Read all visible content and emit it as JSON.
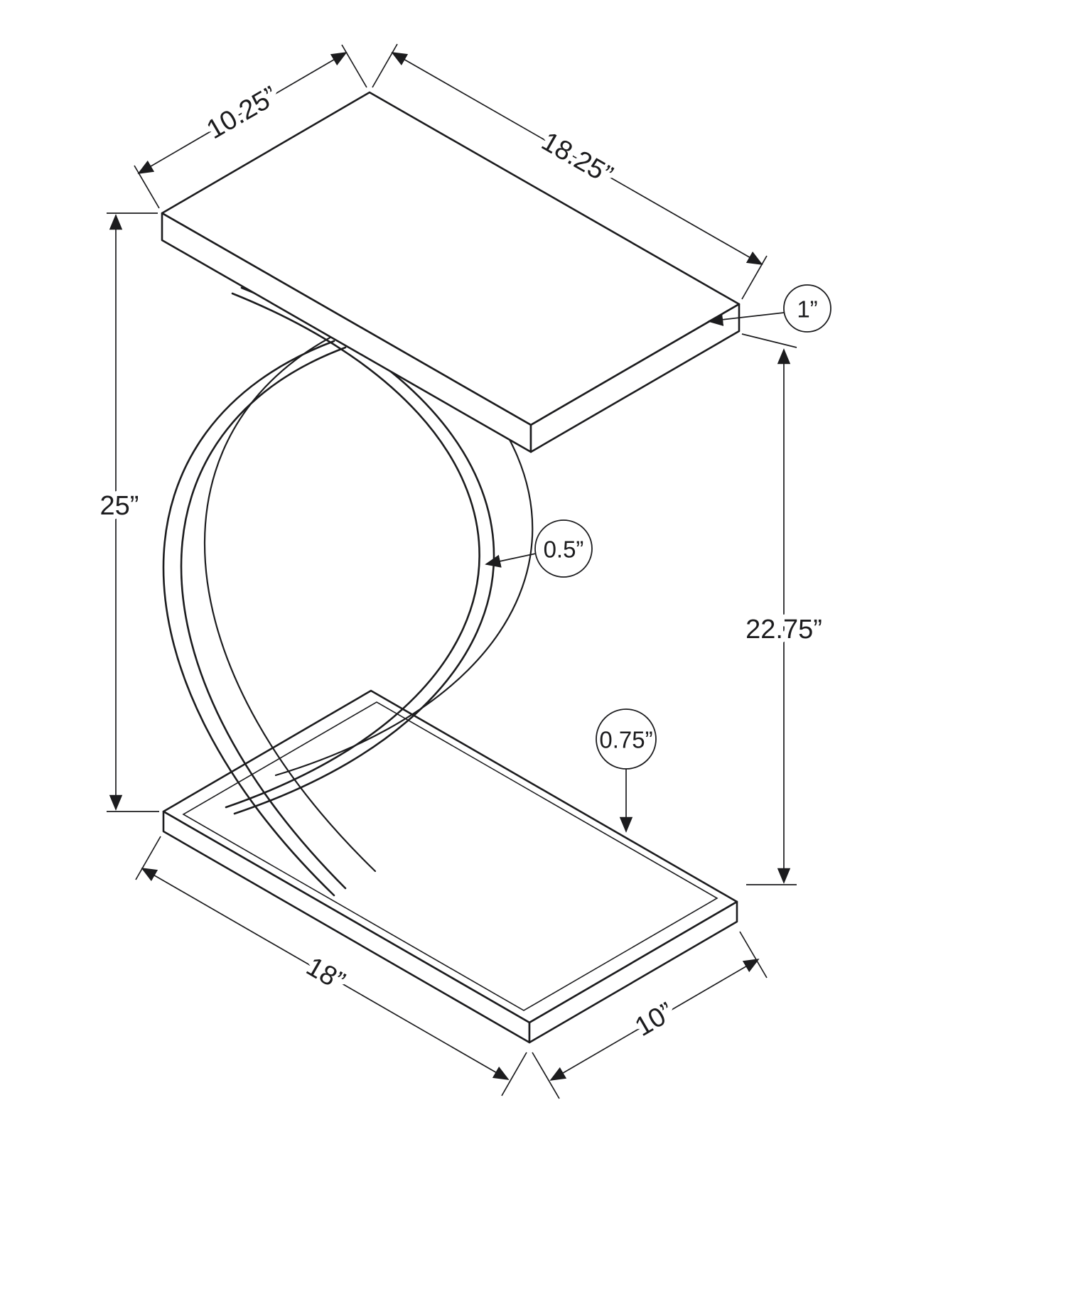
{
  "diagram": {
    "type": "product-dimension-drawing",
    "subject": "c-shaped-accent-table",
    "background_color": "#ffffff",
    "line_color": "#1c1c1e",
    "unit": "inches",
    "labels": {
      "top_depth": "10.25”",
      "top_length": "18.25”",
      "top_thickness": "1”",
      "overall_height": "25”",
      "frame_tube_thickness": "0.5”",
      "side_clearance_height": "22.75”",
      "base_thickness": "0.75”",
      "base_length": "18”",
      "base_depth": "10”"
    }
  }
}
